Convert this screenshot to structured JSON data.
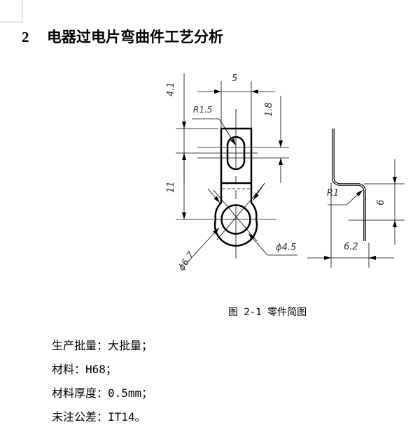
{
  "heading": {
    "number": "2",
    "title": "电器过电片弯曲件工艺分析"
  },
  "figure": {
    "caption": "图 2-1 零件简图",
    "dimensions": {
      "width_top": "5",
      "height_top": "4.1",
      "fillet_radius": "R1.5",
      "slot_dim": "1.8",
      "center_distance": "11",
      "outer_diameter": "ϕ6.7",
      "inner_diameter": "ϕ4.5",
      "bend_radius": "R1",
      "offset_height": "6",
      "offset_width": "6.2"
    }
  },
  "specs": [
    {
      "label": "生产批量：",
      "value": "大批量；"
    },
    {
      "label": "材料：",
      "value": "H68；"
    },
    {
      "label": "材料厚度：",
      "value": "0.5mm；"
    },
    {
      "label": "未注公差：",
      "value": "IT14。"
    }
  ]
}
